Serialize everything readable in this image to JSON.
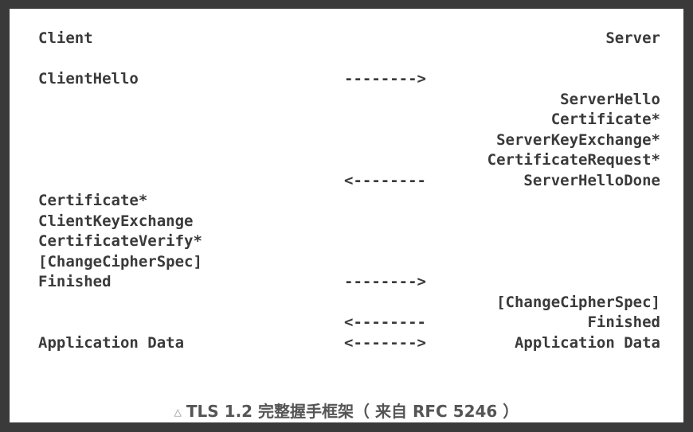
{
  "headers": {
    "client": "Client",
    "server": "Server"
  },
  "messages": {
    "client_hello": "ClientHello",
    "arrow_right_1": "-------->",
    "server_hello": "ServerHello",
    "server_certificate": "Certificate*",
    "server_key_exchange": "ServerKeyExchange*",
    "certificate_request": "CertificateRequest*",
    "arrow_left_1": "<--------",
    "server_hello_done": "ServerHelloDone",
    "client_certificate": "Certificate*",
    "client_key_exchange": "ClientKeyExchange",
    "certificate_verify": "CertificateVerify*",
    "client_change_cipher_spec": "[ChangeCipherSpec]",
    "client_finished": "Finished",
    "arrow_right_2": "-------->",
    "server_change_cipher_spec": "[ChangeCipherSpec]",
    "arrow_left_2": "<--------",
    "server_finished": "Finished",
    "client_app_data": "Application Data",
    "arrow_both": "<------->",
    "server_app_data": "Application Data"
  },
  "caption": {
    "icon": "triangle-icon",
    "text": "TLS 1.2 完整握手框架（ 来自 RFC 5246 ）"
  }
}
